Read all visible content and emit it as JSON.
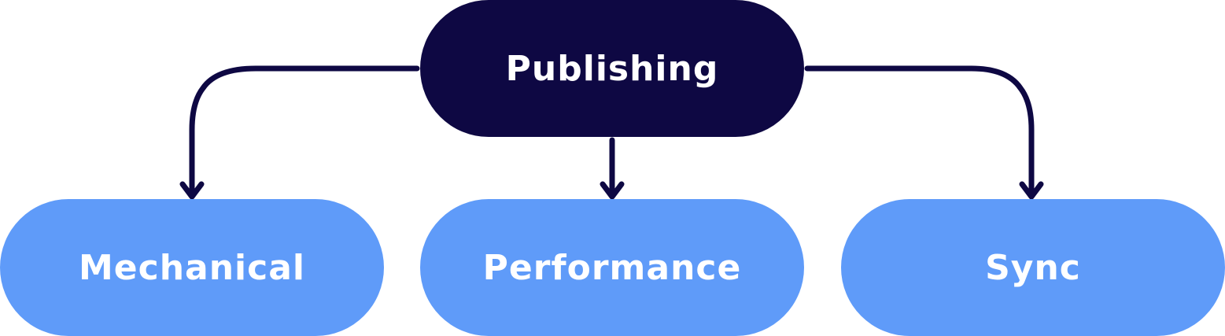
{
  "diagram": {
    "root": {
      "label": "Publishing",
      "color": "#0e0843"
    },
    "children": [
      {
        "label": "Mechanical",
        "color": "#5f9bf9"
      },
      {
        "label": "Performance",
        "color": "#5f9bf9"
      },
      {
        "label": "Sync",
        "color": "#5f9bf9"
      }
    ],
    "connector_color": "#0e0843",
    "text_color": "#ffffff"
  }
}
